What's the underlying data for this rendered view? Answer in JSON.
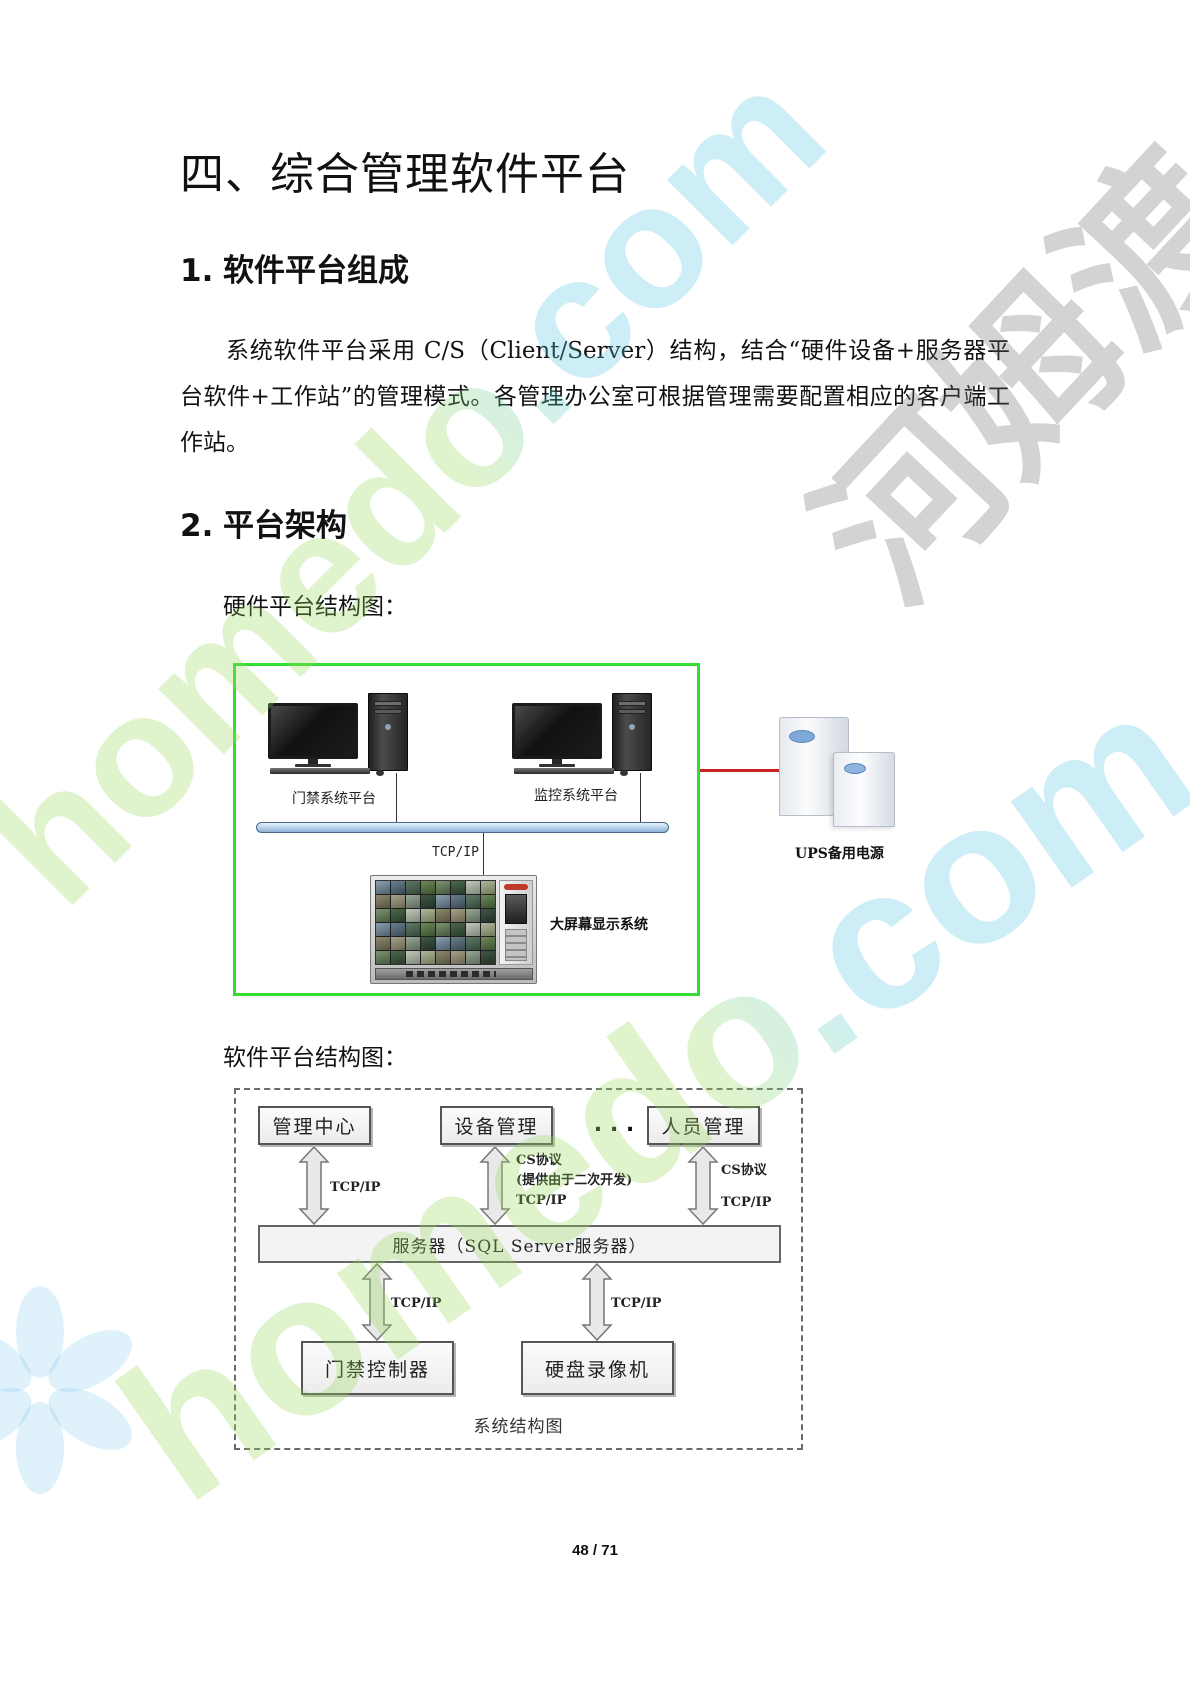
{
  "watermark": {
    "brand_latin": "homedo.com",
    "brand_cn": "河姆渡"
  },
  "chapter_title": "四、综合管理软件平台",
  "sections": [
    {
      "number": "1.",
      "title": "软件平台组成"
    },
    {
      "number": "2.",
      "title": "平台架构"
    }
  ],
  "intro_paragraph": "系统软件平台采用 C/S（Client/Server）结构，结合“硬件设备+服务器平台软件+工作站”的管理模式。各管理办公室可根据管理需要配置相应的客户端工作站。",
  "hardware_diagram": {
    "caption": "硬件平台结构图：",
    "workstations": [
      {
        "label": "门禁系统平台"
      },
      {
        "label": "监控系统平台"
      }
    ],
    "network_label": "TCP/IP",
    "display_label": "大屏幕显示系统",
    "ups_label": "UPS备用电源",
    "colors": {
      "frame": "#33dd33",
      "ups_link": "#cc2222"
    }
  },
  "software_diagram": {
    "caption": "软件平台结构图：",
    "top_modules": [
      "管理中心",
      "设备管理",
      "人员管理"
    ],
    "ellipsis": ". . .",
    "top_links": [
      {
        "lines": [
          "TCP/IP"
        ]
      },
      {
        "lines": [
          "CS协议",
          "(提供由于二次开发)",
          "TCP/IP"
        ]
      },
      {
        "lines": [
          "CS协议",
          "TCP/IP"
        ]
      }
    ],
    "server_label": "服务器（SQL Server服务器）",
    "bottom_links": [
      {
        "lines": [
          "TCP/IP"
        ]
      },
      {
        "lines": [
          "TCP/IP"
        ]
      }
    ],
    "bottom_modules": [
      "门禁控制器",
      "硬盘录像机"
    ],
    "figure_title": "系统结构图"
  },
  "page_number": "48 / 71"
}
